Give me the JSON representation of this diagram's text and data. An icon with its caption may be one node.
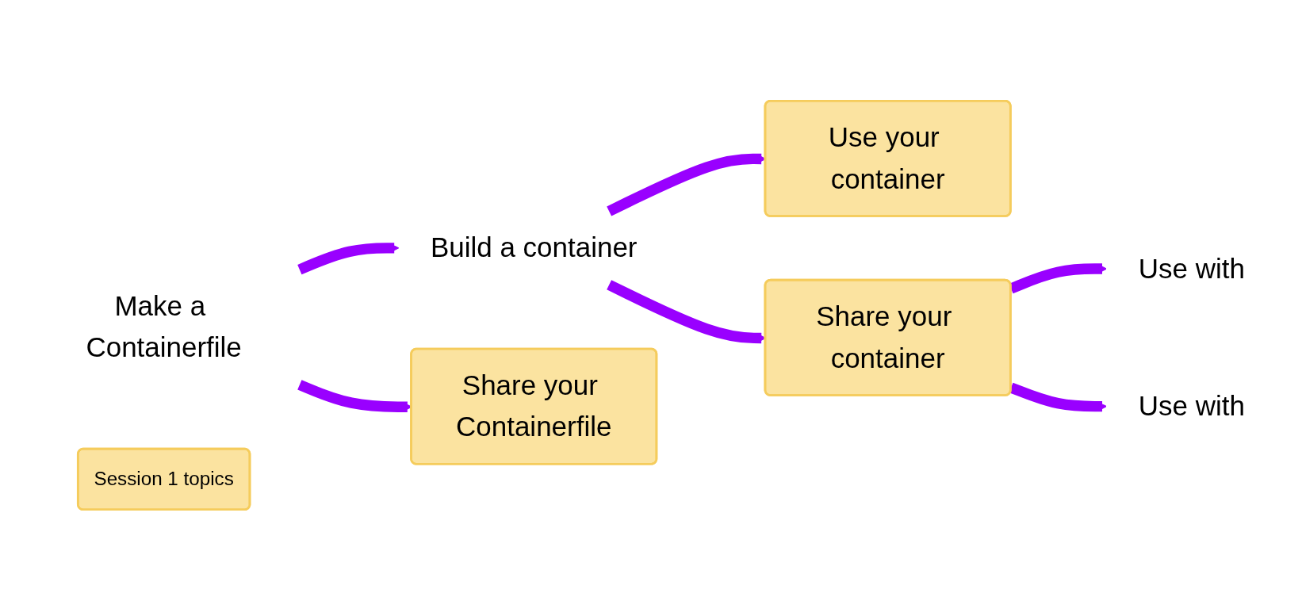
{
  "diagram": {
    "nodes": [
      {
        "text": [
          "Make a Containerfile"
        ]
      },
      {
        "text": [
          "Build a container"
        ]
      },
      {
        "text": [
          "Share your Containerfile"
        ]
      },
      {
        "text": [
          "Use your container"
        ]
      },
      {
        "text": [
          "Share your container"
        ]
      },
      {
        "text": [
          "Use with"
        ]
      },
      {
        "text": [
          "Use with"
        ]
      },
      {
        "text": [
          "Session 1 topics"
        ]
      }
    ],
    "edges": [
      {
        "from": 0,
        "to": 1,
        "arrow": "to"
      },
      {
        "from": 0,
        "to": 2,
        "arrow": "to"
      },
      {
        "from": 1,
        "to": 3,
        "arrow": "to"
      },
      {
        "from": 1,
        "to": 4,
        "arrow": "to"
      },
      {
        "from": 4,
        "to": 5,
        "arrow": "to"
      },
      {
        "from": 4,
        "to": 6,
        "arrow": "to"
      }
    ]
  }
}
